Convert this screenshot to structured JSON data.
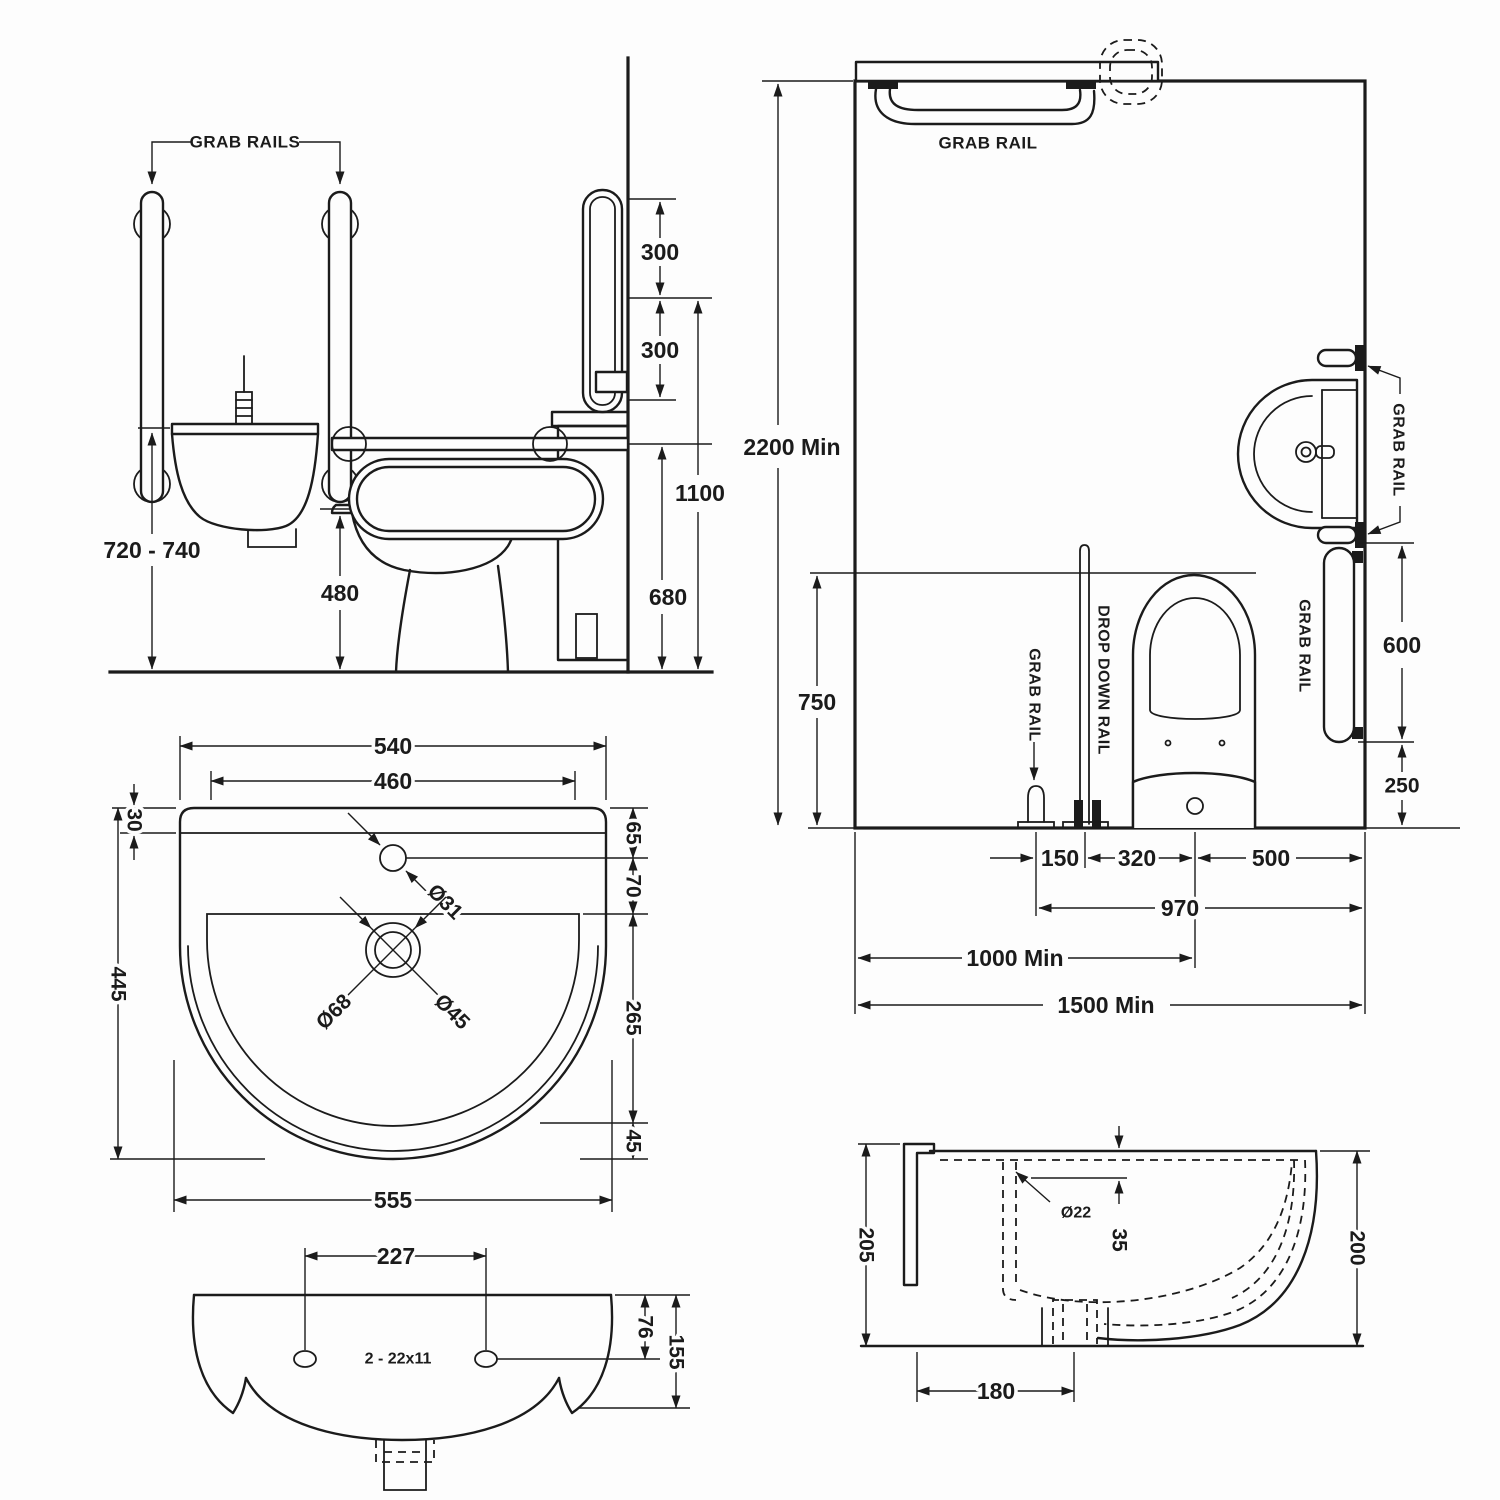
{
  "drawing": {
    "elevation": {
      "grab_rails_label": "GRAB RAILS",
      "dim_300_upper": "300",
      "dim_300_lower": "300",
      "dim_1100": "1100",
      "dim_680": "680",
      "dim_480": "480",
      "dim_720_740": "720 - 740"
    },
    "plan": {
      "grab_rail_top_label": "GRAB RAIL",
      "grab_rail_right_label": "GRAB RAIL",
      "grab_rail_side_label": "GRAB RAIL",
      "grab_rail_floor_label": "GRAB RAIL",
      "drop_down_rail_label": "DROP DOWN RAIL",
      "dim_2200": "2200 Min",
      "dim_750": "750",
      "dim_600": "600",
      "dim_250": "250",
      "dim_150": "150",
      "dim_320": "320",
      "dim_500": "500",
      "dim_970": "970",
      "dim_1000": "1000 Min",
      "dim_1500": "1500 Min"
    },
    "basin_plan": {
      "dim_540": "540",
      "dim_460": "460",
      "dim_30": "30",
      "dim_445": "445",
      "dim_65": "65",
      "dim_70": "70",
      "dim_265": "265",
      "dim_45": "45",
      "dim_555": "555",
      "dia_31": "Ø31",
      "dia_68": "Ø68",
      "dia_45": "Ø45"
    },
    "basin_front": {
      "dim_227": "227",
      "holes_label": "2 - 22x11",
      "dim_76": "76",
      "dim_155": "155"
    },
    "basin_section": {
      "dim_205": "205",
      "dim_180": "180",
      "dia_22": "Ø22",
      "dim_35": "35",
      "dim_200": "200"
    }
  }
}
